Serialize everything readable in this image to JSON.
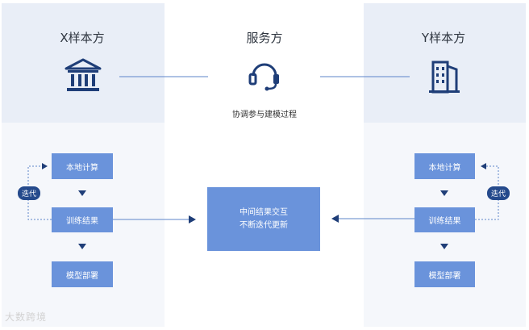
{
  "colors": {
    "party_bg_top": "#e9eef7",
    "party_bg_bottom": "#f5f7fb",
    "box_fill": "#6a93db",
    "arrow_dark": "#1f3e78",
    "line": "#5d84c9",
    "iteration_pill": "#254a8c"
  },
  "left_party": {
    "title": "X样本方",
    "icon": "bank-icon",
    "steps": [
      "本地计算",
      "训练结果",
      "模型部署"
    ],
    "iterate_label": "迭代"
  },
  "service": {
    "title": "服务方",
    "icon": "headset-icon",
    "subtitle": "协调参与建模过程"
  },
  "right_party": {
    "title": "Y样本方",
    "icon": "building-icon",
    "steps": [
      "本地计算",
      "训练结果",
      "模型部署"
    ],
    "iterate_label": "迭代"
  },
  "center_box": {
    "line1": "中间结果交互",
    "line2": "不断迭代更新"
  },
  "watermark": "大数跨境"
}
